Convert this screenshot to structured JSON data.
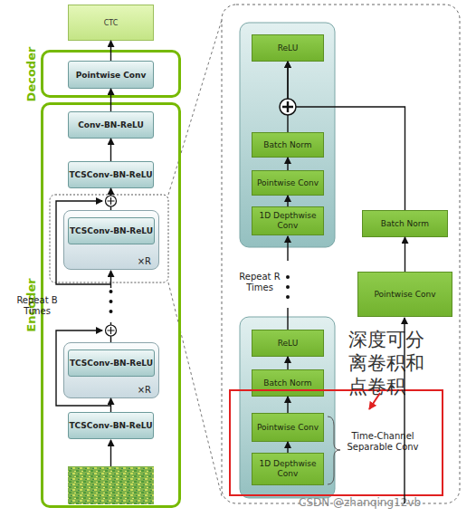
{
  "diagram": {
    "nodes": [
      {
        "text": [
          "CTC"
        ]
      },
      {
        "text": [
          "Decoder"
        ]
      },
      {
        "text": [
          "Pointwise Conv"
        ],
        "in": 1
      },
      {
        "text": [
          "Encoder"
        ]
      },
      {
        "text": [
          "Conv-BN-ReLU"
        ],
        "in": 3
      },
      {
        "text": [
          "TCSConv-BN-ReLU"
        ],
        "in": 3
      },
      {
        "text": [
          "×R"
        ],
        "in": 3
      },
      {
        "text": [
          "TCSConv-BN-ReLU"
        ],
        "in": 6
      },
      {
        "text": [
          "×R"
        ],
        "in": 3
      },
      {
        "text": [
          "TCSConv-BN-ReLU"
        ],
        "in": 8
      },
      {
        "text": [
          "TCSConv-BN-ReLU"
        ],
        "in": 3
      },
      {
        "text": [
          "ReLU"
        ]
      },
      {
        "text": [
          "Batch Norm"
        ]
      },
      {
        "text": [
          "Pointwise Conv"
        ]
      },
      {
        "text": [
          "1D Depthwise Conv"
        ]
      },
      {
        "text": [
          "Batch Norm"
        ]
      },
      {
        "text": [
          "Pointwise Conv"
        ]
      },
      {
        "text": [
          "ReLU"
        ]
      },
      {
        "text": [
          "Batch Norm"
        ]
      },
      {
        "text": [
          "Time-Channel Separable Conv"
        ]
      },
      {
        "text": [
          "Pointwise Conv"
        ],
        "in": 19
      },
      {
        "text": [
          "1D Depthwise Conv"
        ],
        "in": 19
      }
    ],
    "edges": [
      {
        "from": 10,
        "to": 8,
        "arrow": "to"
      },
      {
        "from": 6,
        "to": 5,
        "arrow": "to"
      },
      {
        "from": 5,
        "to": 4,
        "arrow": "to"
      },
      {
        "from": 4,
        "to": 2,
        "arrow": "to"
      },
      {
        "from": 2,
        "to": 0,
        "arrow": "to"
      },
      {
        "from": 21,
        "to": 20,
        "arrow": "to"
      },
      {
        "from": 20,
        "to": 18,
        "arrow": "to"
      },
      {
        "from": 18,
        "to": 17,
        "arrow": "to"
      },
      {
        "from": 14,
        "to": 13,
        "arrow": "to"
      },
      {
        "from": 13,
        "to": 12,
        "arrow": "to"
      },
      {
        "from": 12,
        "to": 11,
        "arrow": "to"
      },
      {
        "from": 16,
        "to": 15,
        "arrow": "to"
      },
      {
        "from": 15,
        "to": 11,
        "arrow": "to"
      }
    ],
    "labels": [
      "Repeat B Times",
      "Repeat R Times",
      "深度可分离卷积和点卷积",
      "CSDN @zhanqing12vb"
    ]
  }
}
